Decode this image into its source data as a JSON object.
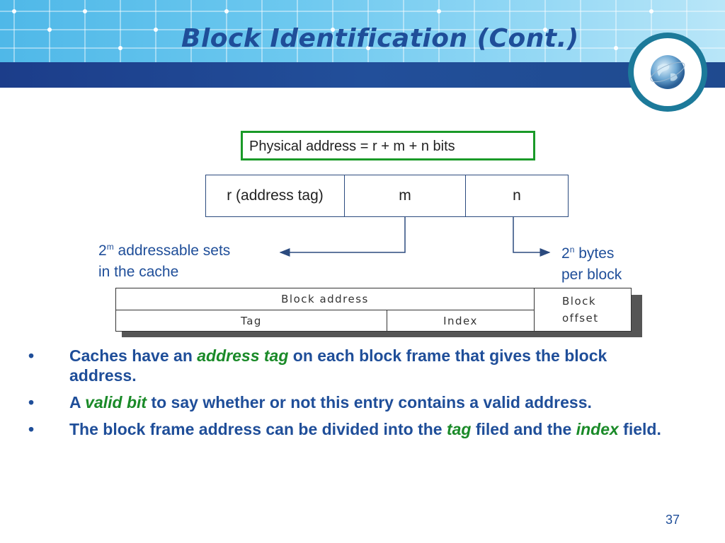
{
  "slide": {
    "title": "Block Identification (Cont.)",
    "page_number": "37"
  },
  "diagram": {
    "physical_address_box": "Physical address = r + m + n bits",
    "address_fields": [
      "r (address tag)",
      "m",
      "n"
    ],
    "sets_label": {
      "base": "2",
      "exp": "m",
      "rest": " addressable sets",
      "line2": "in the cache"
    },
    "bytes_label": {
      "base": "2",
      "exp": "n",
      "rest": " bytes",
      "line2": "per block"
    },
    "table": {
      "block_address": "Block address",
      "tag": "Tag",
      "index": "Index",
      "block_offset_line1": "Block",
      "block_offset_line2": "offset"
    }
  },
  "bullets": [
    {
      "pre": "Caches have an ",
      "em": "address tag",
      "post": " on each block frame that gives the block address."
    },
    {
      "pre": "A ",
      "em": "valid bit",
      "post": " to say whether or not this entry contains a valid address."
    },
    {
      "pre": "The block frame address can be divided into the ",
      "em": "tag",
      "mid": " filed and the ",
      "em2": "index",
      "post": " field."
    }
  ],
  "colors": {
    "title": "#1f4e99",
    "emphasis": "#1a8a28",
    "header_band": "#1c3d8a",
    "box_border": "#1a9a28"
  },
  "icons": {
    "logo": "globe-icon",
    "bullet": "bullet-dot"
  }
}
